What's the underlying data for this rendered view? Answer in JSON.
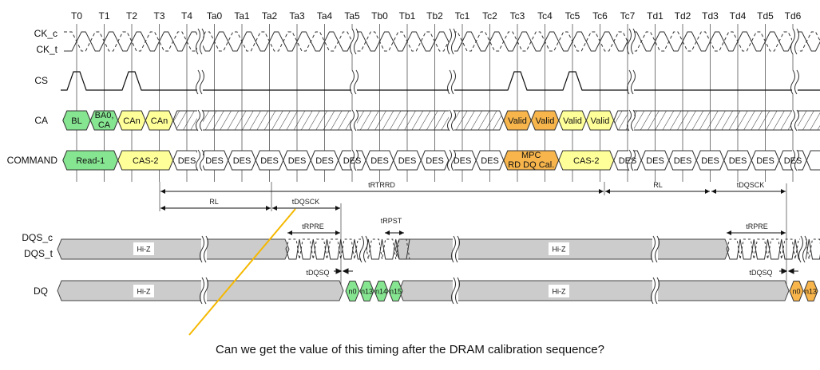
{
  "ticks": [
    "T0",
    "T1",
    "T2",
    "T3",
    "T4",
    "Ta0",
    "Ta1",
    "Ta2",
    "Ta3",
    "Ta4",
    "Ta5",
    "Tb0",
    "Tb1",
    "Tb2",
    "Tc1",
    "Tc2",
    "Tc3",
    "Tc4",
    "Tc5",
    "Tc6",
    "Tc7",
    "Td1",
    "Td2",
    "Td3",
    "Td4",
    "Td5",
    "Td6"
  ],
  "signals": {
    "ck_c": "CK_c",
    "ck_t": "CK_t",
    "cs": "CS",
    "ca": "CA",
    "command": "COMMAND",
    "dqs_c": "DQS_c",
    "dqs_t": "DQS_t",
    "dq": "DQ"
  },
  "colors": {
    "green": "#86e591",
    "yellow": "#ffff99",
    "orange": "#f7b54c",
    "hiz": "#cccccc",
    "annotation": "#f5b800"
  },
  "cs_pulses": [
    "T0",
    "T2",
    "Tc3",
    "Tc5"
  ],
  "ca_cells": [
    {
      "text": "BL",
      "tick": "T0",
      "color": "green"
    },
    {
      "text": "BA0,",
      "text2": "CA",
      "tick": "T1",
      "color": "green"
    },
    {
      "text": "CAn",
      "tick": "T2",
      "color": "yellow"
    },
    {
      "text": "CAn",
      "tick": "T3",
      "color": "yellow"
    },
    {
      "text": "Valid",
      "tick": "Tc3",
      "color": "orange"
    },
    {
      "text": "Valid",
      "tick": "Tc4",
      "color": "orange"
    },
    {
      "text": "Valid",
      "tick": "Tc5",
      "color": "yellow"
    },
    {
      "text": "Valid",
      "tick": "Tc6",
      "color": "yellow"
    }
  ],
  "commands": [
    {
      "text": "Read-1",
      "from": "T0",
      "to": "T1",
      "color": "green"
    },
    {
      "text": "CAS-2",
      "from": "T2",
      "to": "T3",
      "color": "yellow"
    },
    {
      "text": "MPC",
      "text2": "RD DQ Cal.",
      "from": "Tc3",
      "to": "Tc4",
      "color": "orange"
    },
    {
      "text": "CAS-2",
      "from": "Tc5",
      "to": "Tc6",
      "color": "yellow"
    }
  ],
  "des_label": "DES",
  "des_ticks": [
    "T4",
    "Ta0",
    "Ta1",
    "Ta2",
    "Ta3",
    "Ta4",
    "Ta5",
    "Tb0",
    "Tb1",
    "Tb2",
    "Tc1",
    "Tc2",
    "Tc7",
    "Td1",
    "Td2",
    "Td3",
    "Td4",
    "Td5",
    "Td6"
  ],
  "timings": {
    "trtrrd": "tRTRRD",
    "rl1": "RL",
    "tdqsck1": "tDQSCK",
    "rl2": "RL",
    "tdqsck2": "tDQSCK",
    "trpre1": "tRPRE",
    "trpst": "tRPST",
    "trpre2": "tRPRE",
    "tdqsq1": "tDQSQ",
    "tdqsq2": "tDQSQ"
  },
  "hiz_label": "Hi-Z",
  "dq_burst1": [
    "n0",
    "n13",
    "n14",
    "n15"
  ],
  "dq_burst2": [
    "n0",
    "n13"
  ],
  "question": "Can we get the value of this timing after the DRAM calibration sequence?"
}
